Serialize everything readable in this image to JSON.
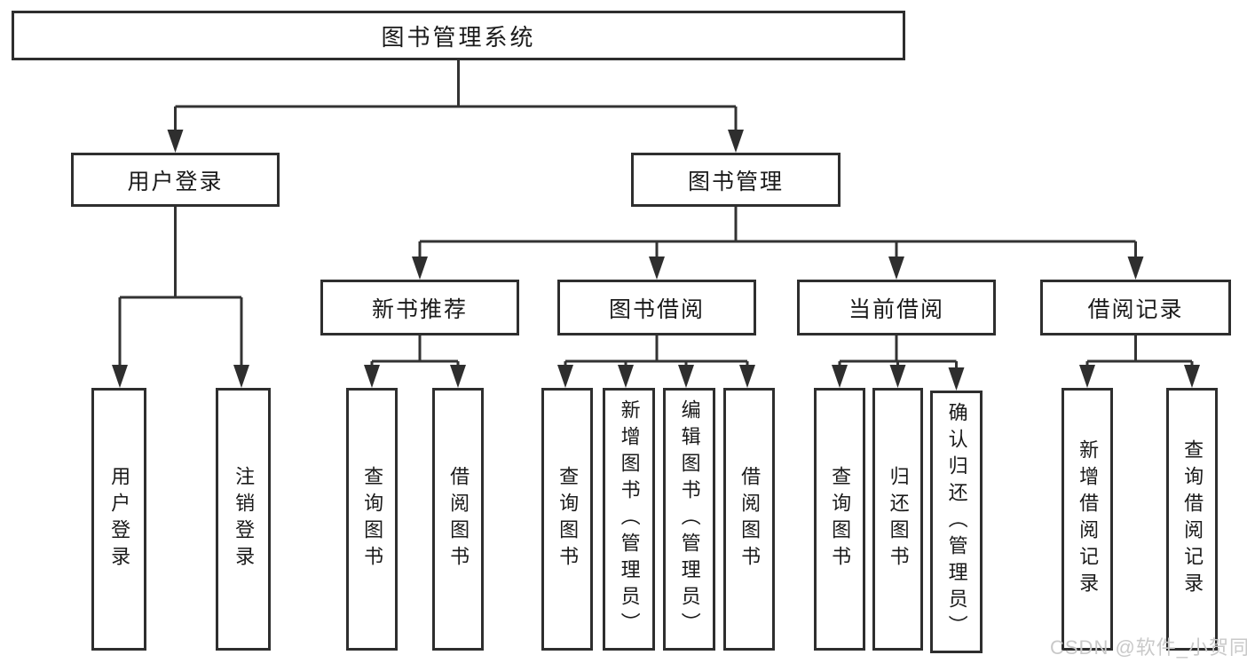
{
  "diagram": {
    "root": {
      "label": "图书管理系统"
    },
    "branches": [
      {
        "label": "用户登录",
        "children": [
          {
            "label": "用户登录"
          },
          {
            "label": "注销登录"
          }
        ]
      },
      {
        "label": "图书管理",
        "children": [
          {
            "label": "新书推荐",
            "children": [
              {
                "label": "查询图书"
              },
              {
                "label": "借阅图书"
              }
            ]
          },
          {
            "label": "图书借阅",
            "children": [
              {
                "label": "查询图书"
              },
              {
                "label": "新增图书（管理员）"
              },
              {
                "label": "编辑图书（管理员）"
              },
              {
                "label": "借阅图书"
              }
            ]
          },
          {
            "label": "当前借阅",
            "children": [
              {
                "label": "查询图书"
              },
              {
                "label": "归还图书"
              },
              {
                "label": "确认归还（管理员）"
              }
            ]
          },
          {
            "label": "借阅记录",
            "children": [
              {
                "label": "新增借阅记录"
              },
              {
                "label": "查询借阅记录"
              }
            ]
          }
        ]
      }
    ]
  },
  "watermark": {
    "text": "CSDN @软件_小贺同学"
  },
  "colors": {
    "line": "#333333",
    "border": "#2e2e2e",
    "text": "#1a1a1a",
    "watermark": "#c9c9c9",
    "background": "#ffffff"
  }
}
